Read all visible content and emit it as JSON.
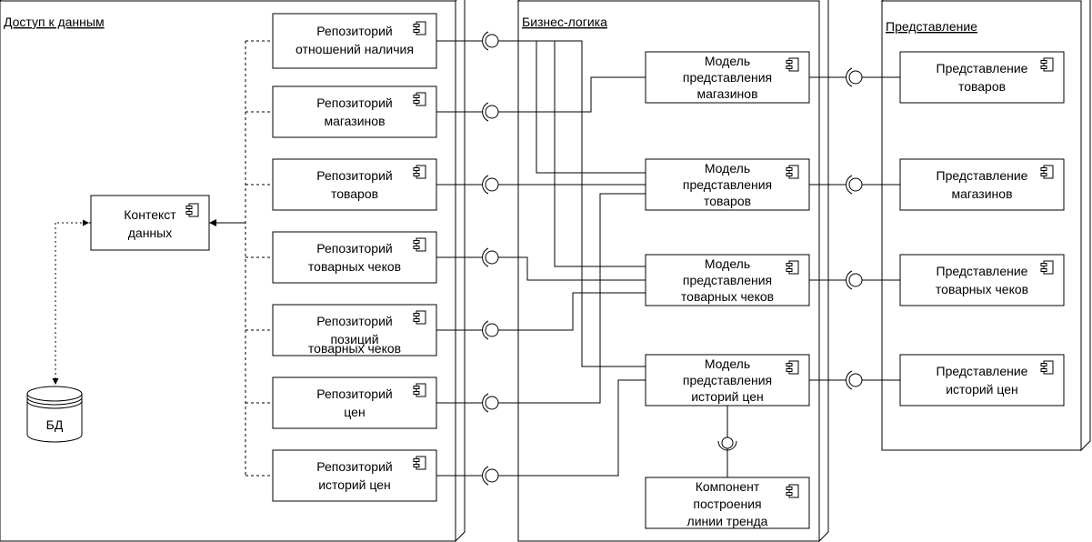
{
  "packages": {
    "data_access": "Доступ к данным",
    "business_logic": "Бизнес-логика",
    "presentation": "Представление"
  },
  "context": [
    "Контекст",
    "данных"
  ],
  "database": "БД",
  "repositories": [
    [
      "Репозиторий",
      "отношений наличия"
    ],
    [
      "Репозиторий",
      "магазинов"
    ],
    [
      "Репозиторий",
      "товаров"
    ],
    [
      "Репозиторий",
      "товарных чеков"
    ],
    [
      "Репозиторий",
      "позиций",
      "товарных чеков"
    ],
    [
      "Репозиторий",
      "цен"
    ],
    [
      "Репозиторий",
      "историй цен"
    ]
  ],
  "view_models": [
    [
      "Модель",
      "представления",
      "магазинов"
    ],
    [
      "Модель",
      "представления",
      "товаров"
    ],
    [
      "Модель",
      "представления",
      "товарных чеков"
    ],
    [
      "Модель",
      "представления",
      "историй цен"
    ]
  ],
  "trend_component": [
    "Компонент",
    "построения",
    "линии тренда"
  ],
  "views": [
    [
      "Представление",
      "товаров"
    ],
    [
      "Представление",
      "магазинов"
    ],
    [
      "Представление",
      "товарных чеков"
    ],
    [
      "Представление",
      "историй цен"
    ]
  ],
  "colors": {
    "stroke": "#000000",
    "fill": "#ffffff"
  }
}
